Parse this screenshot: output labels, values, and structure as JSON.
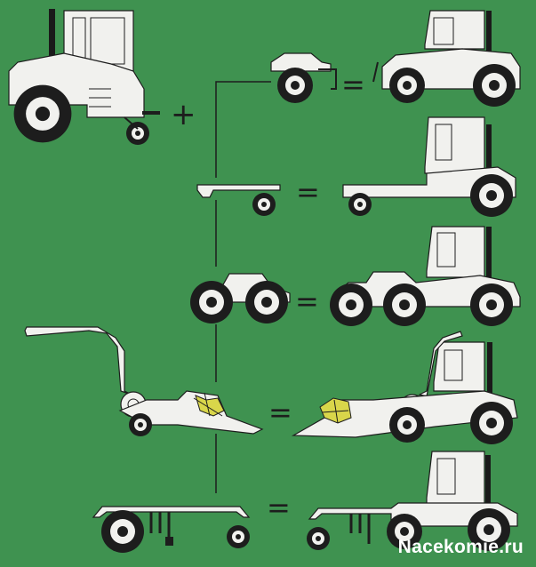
{
  "watermark": "Nacekomie.ru",
  "operators": {
    "plus": "+",
    "equals": "="
  },
  "colors": {
    "background": "#3f9250",
    "machine": "#f1f1ee",
    "outline": "#1d1d1d",
    "cab_dark": "#1a1a1a",
    "accent": "#d9d64a"
  },
  "icons": [
    "base-tractor",
    "rear-axle-module",
    "flatbed-frame-module",
    "double-axle-module",
    "forage-harvester-module",
    "toolbar-implement-module"
  ]
}
